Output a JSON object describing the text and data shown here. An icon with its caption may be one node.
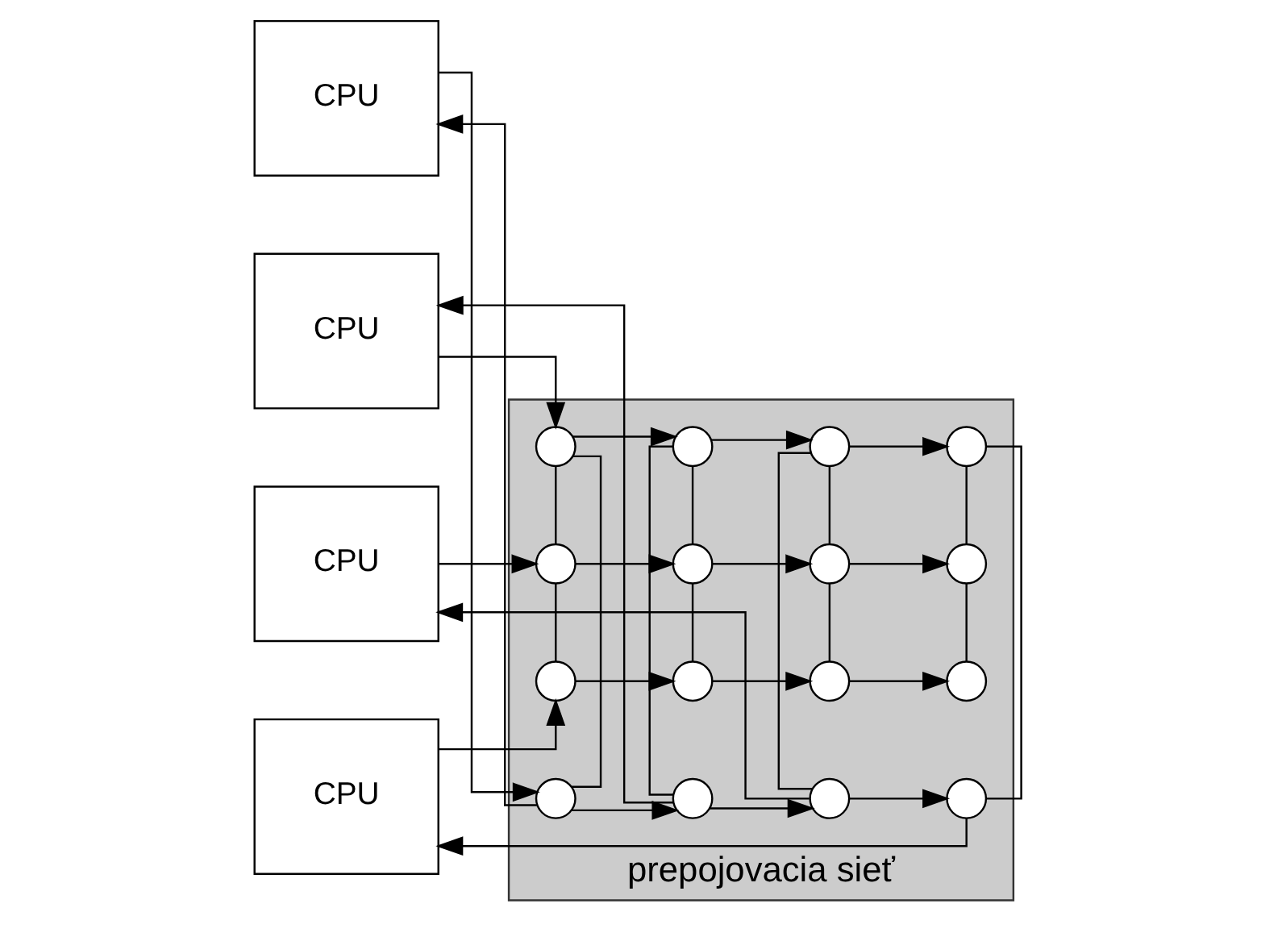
{
  "diagram": {
    "nodes": [
      {
        "text": [
          "CPU"
        ]
      },
      {
        "text": [
          "CPU"
        ]
      },
      {
        "text": [
          "CPU"
        ]
      },
      {
        "text": [
          "CPU"
        ]
      },
      {
        "text": [
          "prepojovacia sieť"
        ]
      },
      {
        "text": [],
        "shape": "circle",
        "in": 4
      },
      {
        "text": [],
        "shape": "circle",
        "in": 4
      },
      {
        "text": [],
        "shape": "circle",
        "in": 4
      },
      {
        "text": [],
        "shape": "circle",
        "in": 4
      },
      {
        "text": [],
        "shape": "circle",
        "in": 4
      },
      {
        "text": [],
        "shape": "circle",
        "in": 4
      },
      {
        "text": [],
        "shape": "circle",
        "in": 4
      },
      {
        "text": [],
        "shape": "circle",
        "in": 4
      },
      {
        "text": [],
        "shape": "circle",
        "in": 4
      },
      {
        "text": [],
        "shape": "circle",
        "in": 4
      },
      {
        "text": [],
        "shape": "circle",
        "in": 4
      },
      {
        "text": [],
        "shape": "circle",
        "in": 4
      },
      {
        "text": [],
        "shape": "circle",
        "in": 4
      },
      {
        "text": [],
        "shape": "circle",
        "in": 4
      },
      {
        "text": [],
        "shape": "circle",
        "in": 4
      },
      {
        "text": [],
        "shape": "circle",
        "in": 4
      }
    ],
    "edges": [
      {
        "from": 0,
        "to": 5,
        "arrow": "to"
      },
      {
        "from": 1,
        "to": 9,
        "arrow": "to"
      },
      {
        "from": 2,
        "to": 13,
        "arrow": "to"
      },
      {
        "from": 3,
        "to": 17,
        "arrow": "to"
      },
      {
        "from": 5,
        "to": 6,
        "arrow": "to"
      },
      {
        "from": 6,
        "to": 7,
        "arrow": "to"
      },
      {
        "from": 7,
        "to": 8,
        "arrow": "to"
      },
      {
        "from": 9,
        "to": 10,
        "arrow": "to"
      },
      {
        "from": 10,
        "to": 11,
        "arrow": "to"
      },
      {
        "from": 11,
        "to": 12,
        "arrow": "to"
      },
      {
        "from": 13,
        "to": 14,
        "arrow": "to"
      },
      {
        "from": 14,
        "to": 15,
        "arrow": "to"
      },
      {
        "from": 15,
        "to": 16,
        "arrow": "to"
      },
      {
        "from": 17,
        "to": 18,
        "arrow": "to"
      },
      {
        "from": 18,
        "to": 19,
        "arrow": "to"
      },
      {
        "from": 19,
        "to": 20,
        "arrow": "to"
      },
      {
        "from": 5,
        "to": 9,
        "arrow": "none"
      },
      {
        "from": 9,
        "to": 13,
        "arrow": "none"
      },
      {
        "from": 13,
        "to": 17,
        "arrow": "none"
      },
      {
        "from": 6,
        "to": 10,
        "arrow": "none"
      },
      {
        "from": 10,
        "to": 14,
        "arrow": "none"
      },
      {
        "from": 14,
        "to": 18,
        "arrow": "none"
      },
      {
        "from": 7,
        "to": 11,
        "arrow": "none"
      },
      {
        "from": 11,
        "to": 15,
        "arrow": "none"
      },
      {
        "from": 15,
        "to": 19,
        "arrow": "none"
      },
      {
        "from": 8,
        "to": 12,
        "arrow": "none"
      },
      {
        "from": 12,
        "to": 16,
        "arrow": "none"
      },
      {
        "from": 16,
        "to": 20,
        "arrow": "none"
      },
      {
        "from": 5,
        "to": 0,
        "arrow": "to"
      },
      {
        "from": 6,
        "to": 1,
        "arrow": "to"
      },
      {
        "from": 7,
        "to": 2,
        "arrow": "to"
      },
      {
        "from": 8,
        "to": 3,
        "arrow": "to"
      }
    ]
  }
}
